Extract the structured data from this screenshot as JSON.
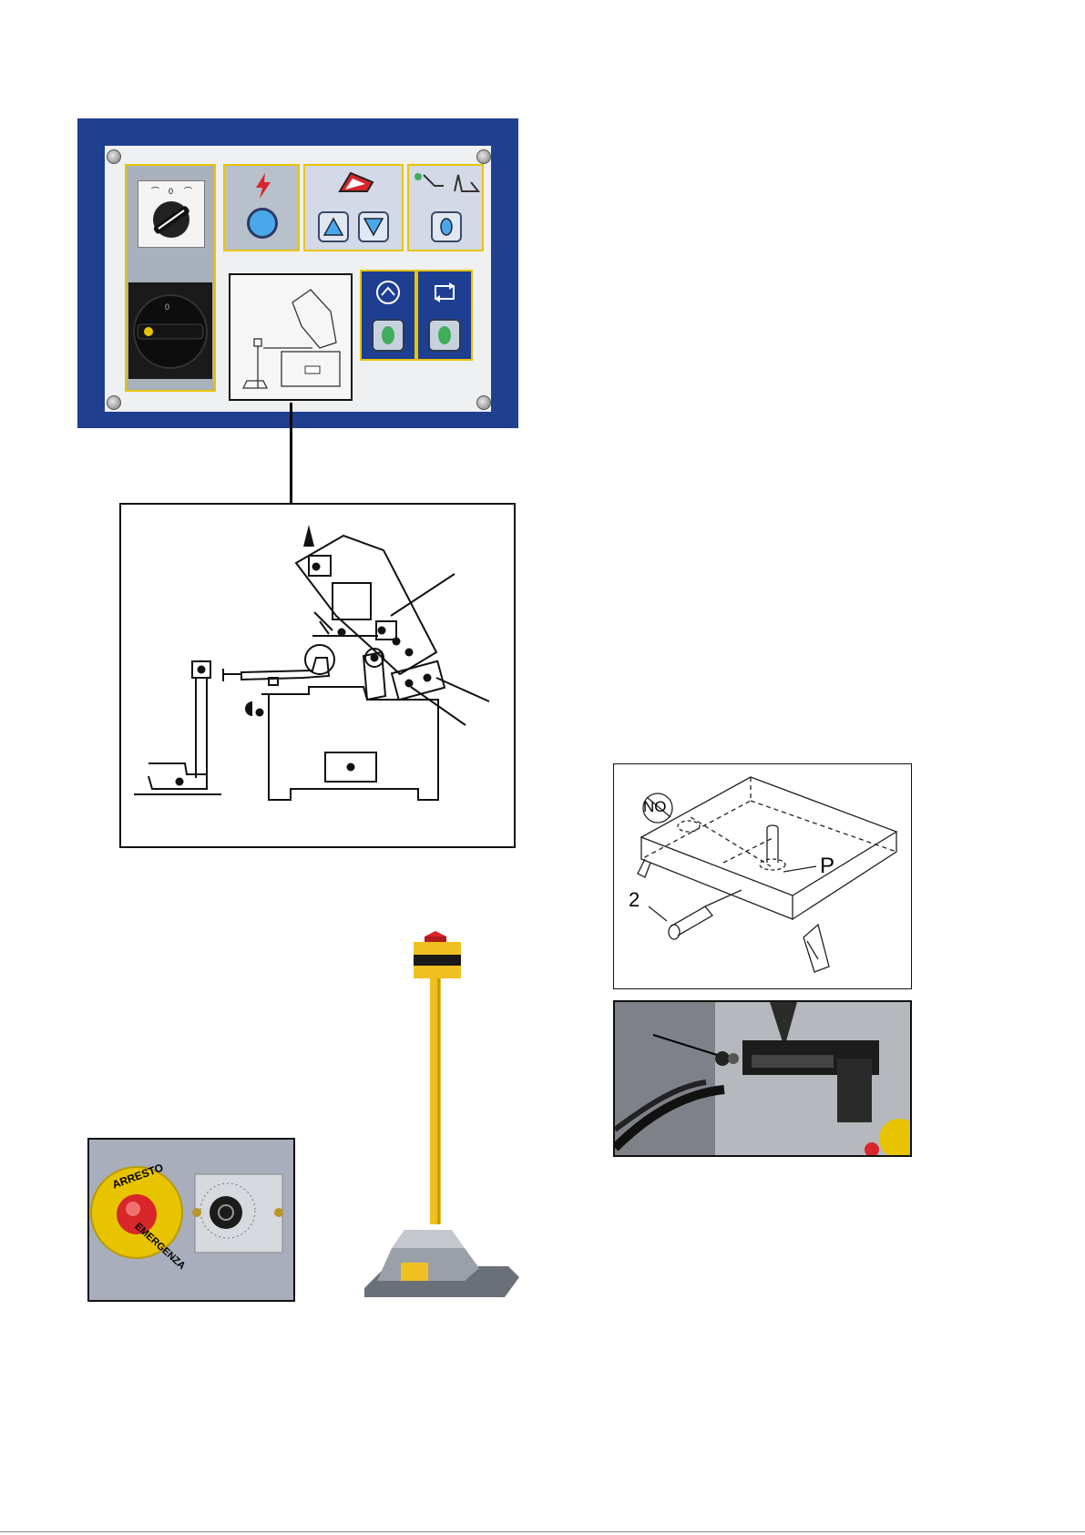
{
  "drawing_labels": {
    "no": "NO",
    "p": "P",
    "two": "2"
  },
  "photo_estop": {
    "button_text_top": "ARRESTO",
    "button_text_bottom": "EMERGENZA"
  },
  "colors": {
    "panel_blue": "#1f3f8f",
    "panel_yellow": "#e8c400",
    "button_green": "#3fae5a",
    "button_cyan": "#4aa8e8",
    "estop_red": "#d8262a",
    "pedal_yellow": "#f0c020"
  }
}
